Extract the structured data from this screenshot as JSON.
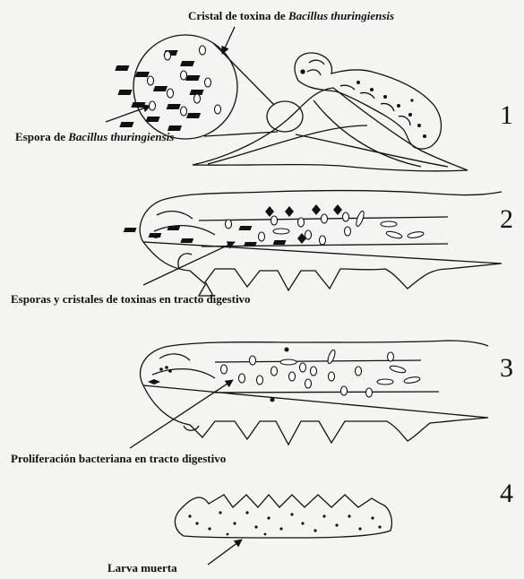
{
  "labels": {
    "cristal_prefix": "Cristal de toxina de ",
    "cristal_italic": "Bacillus thuringiensis",
    "espora_prefix": "Espora de ",
    "espora_italic": "Bacillus thuringiensis",
    "stage2_caption": "Esporas y cristales de toxinas en tracto digestivo",
    "stage3_caption": "Proliferación bacteriana en tracto digestivo",
    "stage4_caption": "Larva muerta"
  },
  "stage_numbers": [
    "1",
    "2",
    "3",
    "4"
  ]
}
